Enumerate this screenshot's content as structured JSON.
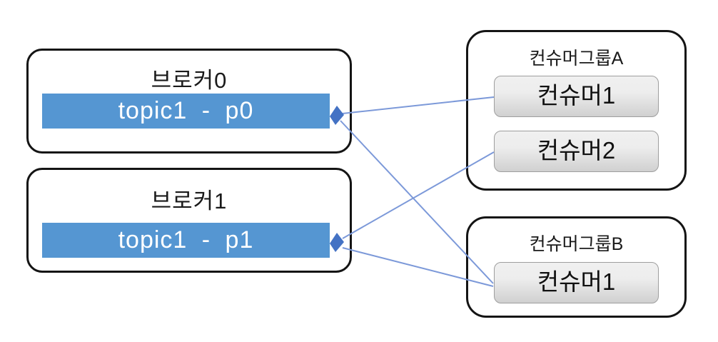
{
  "colors": {
    "partition_fill": "#5596D2",
    "partition_text": "#FFFFFF",
    "arrow_line": "#7C99D9",
    "arrow_head": "#4472C4",
    "box_border": "#141414",
    "consumer_border": "#9E9E9E"
  },
  "brokers": [
    {
      "title": "브로커0",
      "partition_label": "topic1 - p0"
    },
    {
      "title": "브로커1",
      "partition_label": "topic1 - p1"
    }
  ],
  "consumer_groups": [
    {
      "title": "컨슈머그룹A",
      "consumers": [
        {
          "label": "컨슈머1"
        },
        {
          "label": "컨슈머2"
        }
      ]
    },
    {
      "title": "컨슈머그룹B",
      "consumers": [
        {
          "label": "컨슈머1"
        }
      ]
    }
  ],
  "connections": [
    {
      "from": "컨슈머그룹A / 컨슈머1",
      "to": "topic1 - p0"
    },
    {
      "from": "컨슈머그룹B / 컨슈머1",
      "to": "topic1 - p0"
    },
    {
      "from": "컨슈머그룹A / 컨슈머2",
      "to": "topic1 - p1"
    },
    {
      "from": "컨슈머그룹B / 컨슈머1",
      "to": "topic1 - p1"
    }
  ]
}
